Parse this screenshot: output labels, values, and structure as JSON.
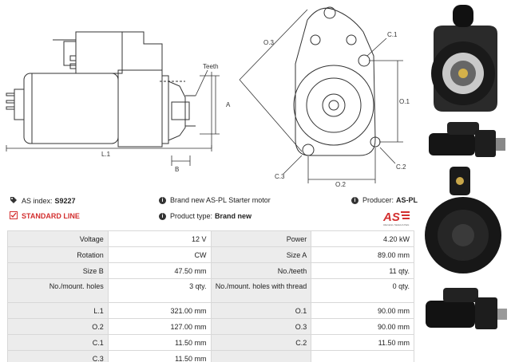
{
  "drawing": {
    "labels": {
      "teeth": "Teeth",
      "A": "A",
      "B": "B",
      "L1": "L.1",
      "O3": "O.3",
      "C1": "C.1",
      "O1": "O.1",
      "C3": "C.3",
      "O2": "O.2",
      "C2": "C.2"
    }
  },
  "info": {
    "as_index_label": "AS index:",
    "as_index_value": "S9227",
    "brand_new_text": "Brand new AS-PL Starter motor",
    "producer_label": "Producer:",
    "producer_value": "AS-PL",
    "standard_line": "STANDARD LINE",
    "product_type_label": "Product type:",
    "product_type_value": "Brand new",
    "logo_text": "AS",
    "logo_tagline": "Alternators, Starters & Parts"
  },
  "specs": [
    [
      {
        "label": "Voltage",
        "value": "12 V"
      },
      {
        "label": "Power",
        "value": "4.20 kW"
      }
    ],
    [
      {
        "label": "Rotation",
        "value": "CW"
      },
      {
        "label": "Size A",
        "value": "89.00 mm"
      }
    ],
    [
      {
        "label": "Size B",
        "value": "47.50 mm"
      },
      {
        "label": "No./teeth",
        "value": "11 qty."
      }
    ],
    [
      {
        "label": "No./mount. holes",
        "value": "3 qty."
      },
      {
        "label": "No./mount. holes with thread",
        "value": "0 qty."
      }
    ],
    [
      {
        "label": "L.1",
        "value": "321.00 mm"
      },
      {
        "label": "O.1",
        "value": "90.00 mm"
      }
    ],
    [
      {
        "label": "O.2",
        "value": "127.00 mm"
      },
      {
        "label": "O.3",
        "value": "90.00 mm"
      }
    ],
    [
      {
        "label": "C.1",
        "value": "11.50 mm"
      },
      {
        "label": "C.2",
        "value": "11.50 mm"
      }
    ],
    [
      {
        "label": "C.3",
        "value": "11.50 mm"
      },
      {
        "label": "",
        "value": ""
      }
    ]
  ],
  "colors": {
    "accent_red": "#d32f2f",
    "table_label_bg": "#ececec",
    "border": "#d8d8d8"
  }
}
